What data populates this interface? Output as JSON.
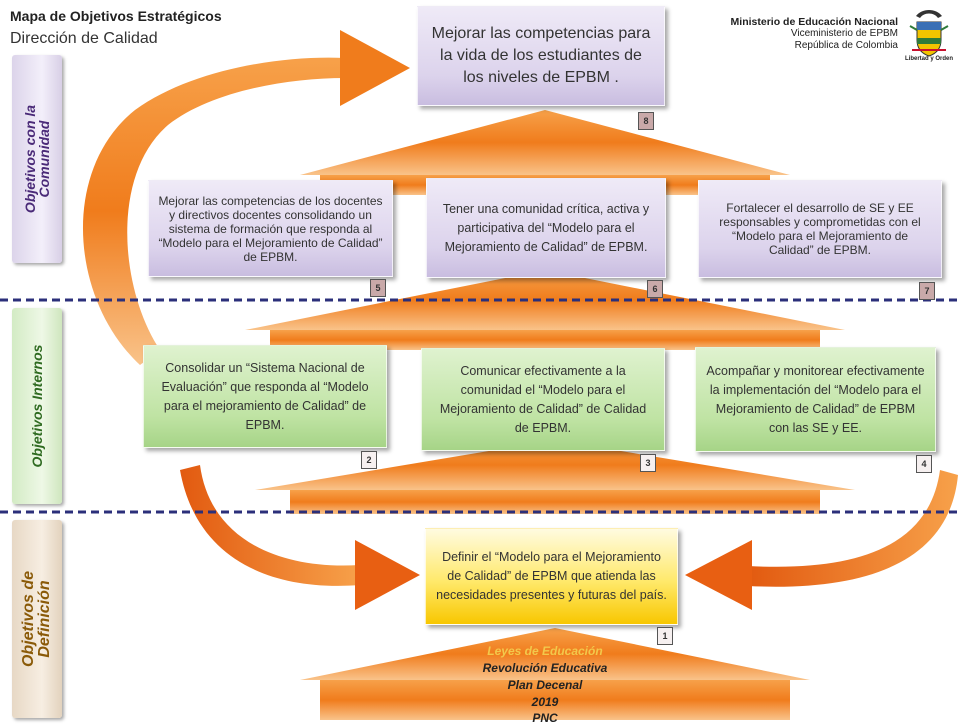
{
  "header": {
    "title": "Mapa de Objetivos Estratégicos",
    "subtitle": "Dirección de Calidad",
    "ministry": "Ministerio de Educación Nacional",
    "viceministry": "Viceministerio de EPBM",
    "country": "República de Colombia",
    "motto": "Libertad y Orden"
  },
  "sections": [
    {
      "label_line1": "Objetivos con la",
      "label_line2": "Comunidad",
      "color": "#4a2a78"
    },
    {
      "label_line1": "Objetivos Internos",
      "label_line2": "",
      "color": "#2f6b21"
    },
    {
      "label_line1": "Objetivos de",
      "label_line2": "Definición",
      "color": "#8a5a08"
    }
  ],
  "objectives": [
    {
      "number": "8",
      "text": "Mejorar las competencias para la vida de los estudiantes de los niveles de EPBM ."
    },
    {
      "number": "5",
      "text": "Mejorar las competencias  de los docentes y directivos docentes consolidando un sistema de formación que responda al “Modelo para el Mejoramiento de Calidad” de EPBM."
    },
    {
      "number": "6",
      "text": "Tener una comunidad crítica, activa y participativa del “Modelo para el Mejoramiento de Calidad” de EPBM."
    },
    {
      "number": "7",
      "text": "Fortalecer  el desarrollo de SE y EE responsables y comprometidas con el “Modelo para el Mejoramiento de Calidad” de EPBM."
    },
    {
      "number": "2",
      "text": "Consolidar  un “Sistema Nacional de Evaluación” que responda al “Modelo para el mejoramiento de Calidad” de EPBM."
    },
    {
      "number": "3",
      "text": "Comunicar efectivamente a la comunidad el “Modelo para el Mejoramiento de Calidad” de Calidad de EPBM."
    },
    {
      "number": "4",
      "text": "Acompañar y monitorear efectivamente la implementación del “Modelo para el Mejoramiento de Calidad” de EPBM con las SE y EE."
    },
    {
      "number": "1",
      "text": "Definir  el “Modelo para el Mejoramiento de Calidad” de EPBM que atienda las necesidades presentes y futuras del país."
    }
  ],
  "foundations": [
    "Leyes de Educación",
    "Revolución Educativa",
    "Plan Decenal",
    "2019",
    "PNC"
  ],
  "colors": {
    "arrow_orange": "#f07c1c",
    "divider": "#2b2f7a",
    "purple_box": "#dcd3ec",
    "green_box": "#bfe3a3",
    "yellow_box": "#ffe96b"
  }
}
